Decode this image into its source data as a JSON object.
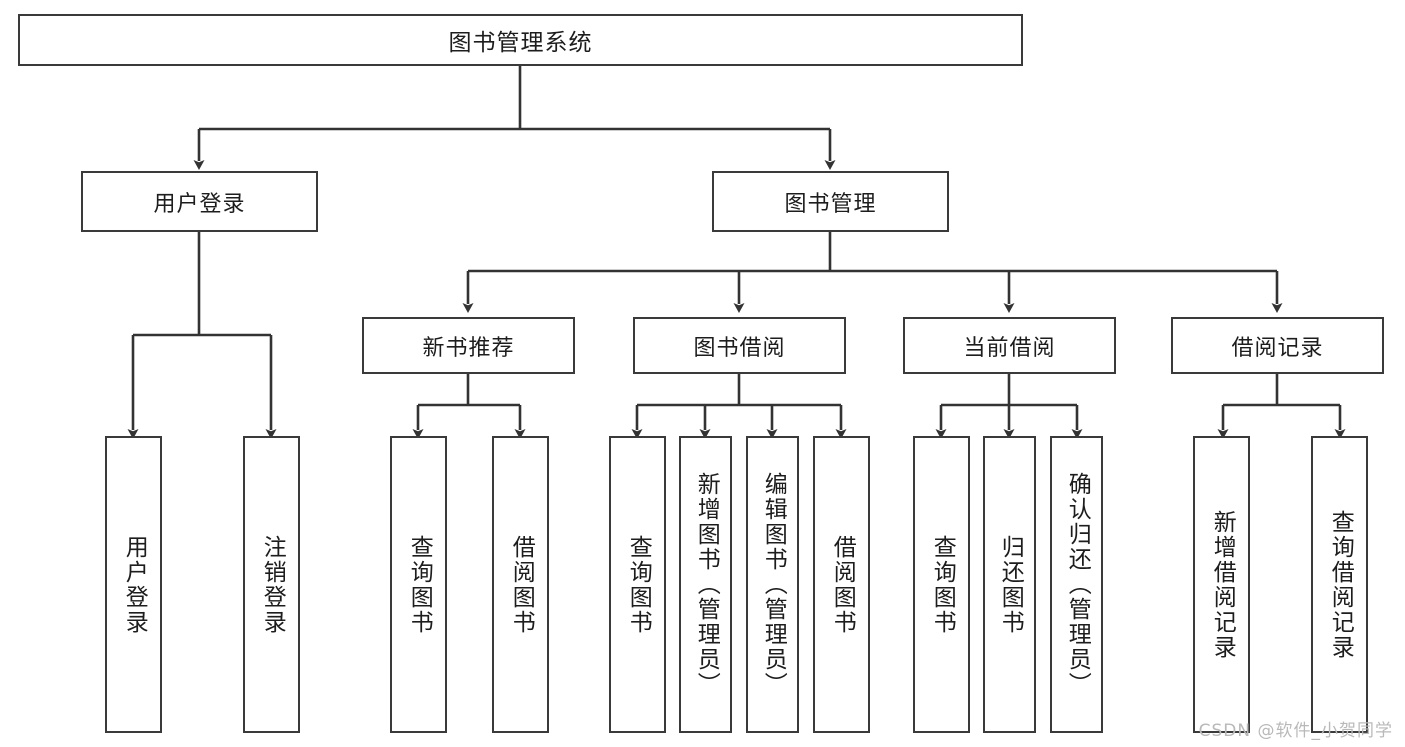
{
  "diagram": {
    "title": "图书管理系统",
    "background_color": "#ffffff",
    "box_border_color": "#3a3a3a",
    "connector_color": "#333333",
    "text_color": "#1d1d1d",
    "root": {
      "label": "图书管理系统"
    },
    "level2": [
      {
        "label": "用户登录"
      },
      {
        "label": "图书管理"
      }
    ],
    "level3": [
      {
        "label": "新书推荐"
      },
      {
        "label": "图书借阅"
      },
      {
        "label": "当前借阅"
      },
      {
        "label": "借阅记录"
      }
    ],
    "leaves": {
      "user_login": [
        {
          "label": "用户登录"
        },
        {
          "label": "注销登录"
        }
      ],
      "new_book_recommend": [
        {
          "label": "查询图书"
        },
        {
          "label": "借阅图书"
        }
      ],
      "book_borrow": [
        {
          "label": "查询图书"
        },
        {
          "label": "新增图书（管理员）"
        },
        {
          "label": "编辑图书（管理员）"
        },
        {
          "label": "借阅图书"
        }
      ],
      "current_borrow": [
        {
          "label": "查询图书"
        },
        {
          "label": "归还图书"
        },
        {
          "label": "确认归还（管理员）"
        }
      ],
      "borrow_record": [
        {
          "label": "新增借阅记录"
        },
        {
          "label": "查询借阅记录"
        }
      ]
    }
  },
  "watermark": {
    "text": "CSDN @软件_小贺同学",
    "color": "#b9b9b9"
  }
}
